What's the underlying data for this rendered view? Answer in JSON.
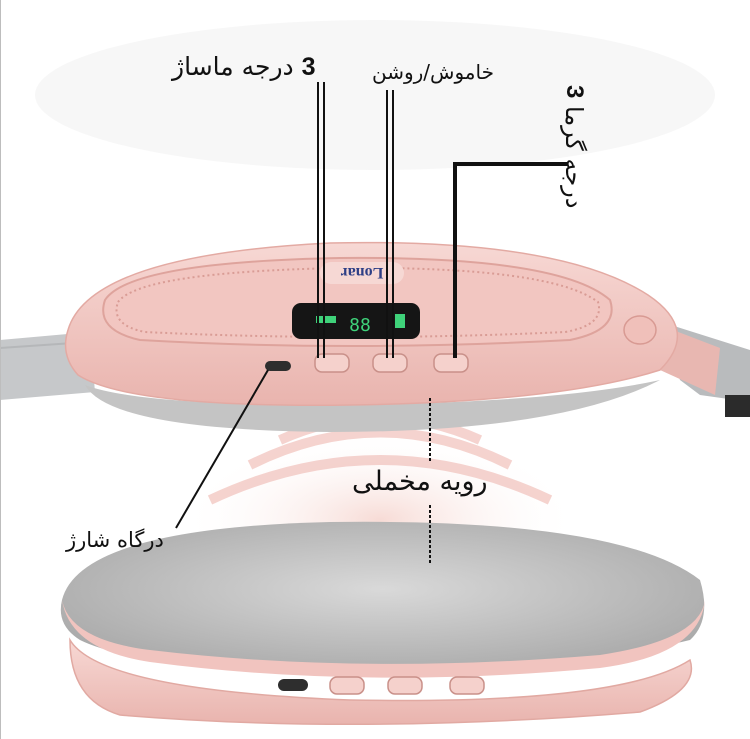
{
  "labels": {
    "massage_num": "3",
    "massage_text": " درجه ماساژ",
    "power": "خاموش/روشن",
    "heat_text": "درجه گرما",
    "heat_num": "3",
    "velvet": "رویه مخملی",
    "charge": "درگاه شارژ"
  },
  "device": {
    "brand": "Lonar",
    "display": "88"
  },
  "colors": {
    "shell": "#f3c9c4",
    "strap": "#c9cbcd",
    "fabric": "#c8c8c8"
  }
}
